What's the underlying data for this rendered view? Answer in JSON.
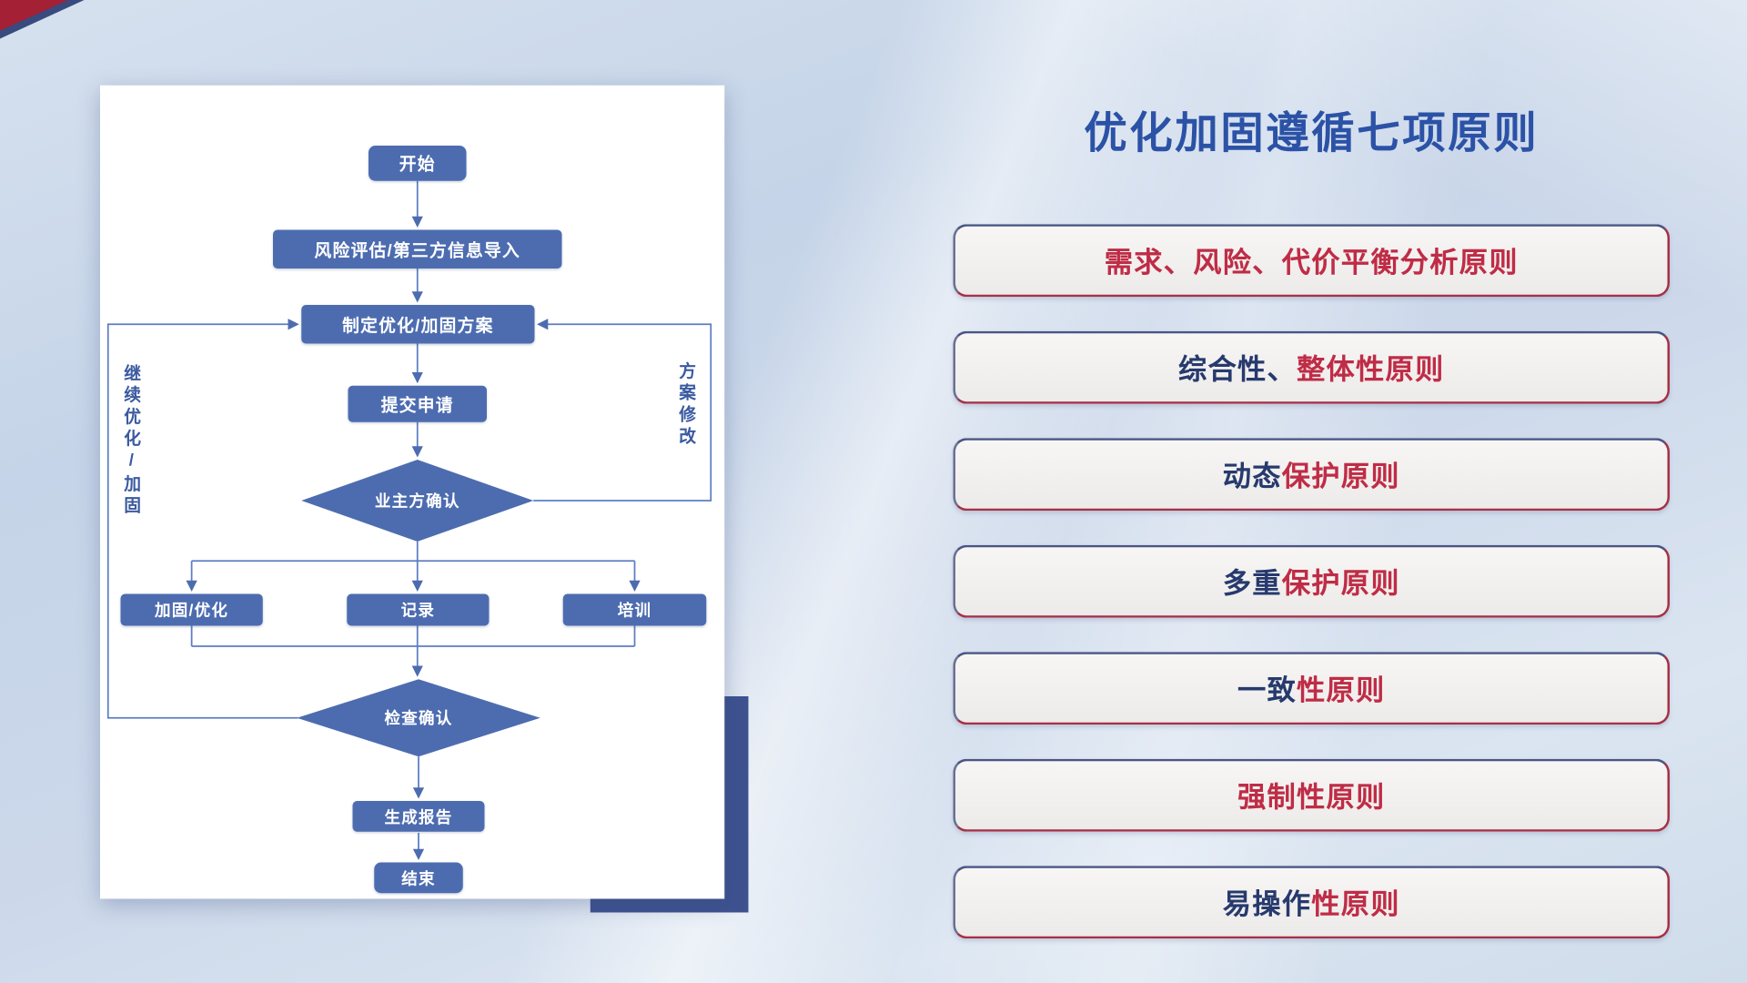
{
  "slide": {
    "title": "优化加固遵循七项原则"
  },
  "flowchart": {
    "nodes": {
      "start": "开始",
      "risk_import": "风险评估/第三方信息导入",
      "make_plan": "制定优化/加固方案",
      "submit": "提交申请",
      "owner_confirm": "业主方确认",
      "reinforce": "加固/优化",
      "record": "记录",
      "training": "培训",
      "check_confirm": "检查确认",
      "report": "生成报告",
      "end": "结束"
    },
    "left_loop_label": "继续优化/加固",
    "right_loop_label": "方案修改"
  },
  "principles": {
    "items": [
      {
        "navy": "",
        "red": "需求、风险、代价平衡分析原则"
      },
      {
        "navy": "综合性、",
        "red": "整体性原则"
      },
      {
        "navy": "动态",
        "red": "保护原则"
      },
      {
        "navy": "多重",
        "red": "保护原则"
      },
      {
        "navy": "一致",
        "red": "性原则"
      },
      {
        "navy": "",
        "red": "强制性原则"
      },
      {
        "navy": "易操作",
        "red": "性原则"
      }
    ]
  },
  "colors": {
    "title_blue": "#2b52a6",
    "node_blue": "#4d6cb0",
    "connector_blue": "#5c7dc2",
    "principle_red": "#bf2c46",
    "principle_navy": "#273a6e",
    "accent_navy": "#3e5290",
    "corner_red": "#a32035"
  }
}
